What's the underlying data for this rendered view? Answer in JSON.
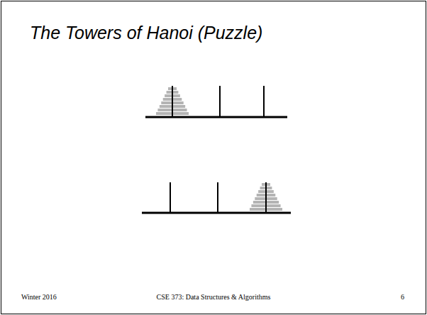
{
  "diagram": {
    "title": "The Towers of Hanoi (Puzzle)",
    "labels": [
      "Winter 2016",
      "CSE 373: Data Structures & Algorithms",
      "6"
    ]
  }
}
